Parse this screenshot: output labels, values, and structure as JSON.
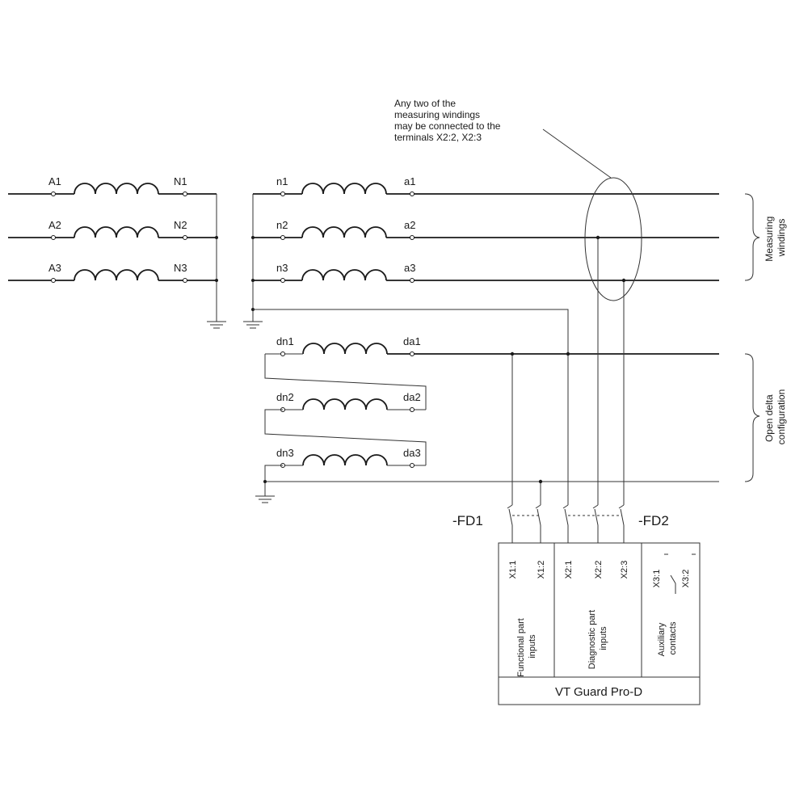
{
  "primary": {
    "start_labels": [
      "A1",
      "A2",
      "A3"
    ],
    "end_labels": [
      "N1",
      "N2",
      "N3"
    ]
  },
  "secondary_measuring": {
    "start_labels": [
      "n1",
      "n2",
      "n3"
    ],
    "end_labels": [
      "a1",
      "a2",
      "a3"
    ]
  },
  "secondary_open_delta": {
    "start_labels": [
      "dn1",
      "dn2",
      "dn3"
    ],
    "end_labels": [
      "da1",
      "da2",
      "da3"
    ]
  },
  "annotation": "Any two of the\nmeasuring windings\nmay be connected to the\nterminals X2:2, X2:3",
  "groups": {
    "measuring": "Measuring\nwindings",
    "open_delta": "Open delta\nconfiguration"
  },
  "switches": {
    "fd1": "-FD1",
    "fd2": "-FD2"
  },
  "device": {
    "terminals": [
      "X1:1",
      "X1:2",
      "X2:1",
      "X2:2",
      "X2:3",
      "X3:1",
      "X3:2"
    ],
    "sections": [
      "Functional part\ninputs",
      "Diagnostic part\ninputs",
      "Auxiliary\ncontacts"
    ],
    "name": "VT Guard Pro-D"
  }
}
